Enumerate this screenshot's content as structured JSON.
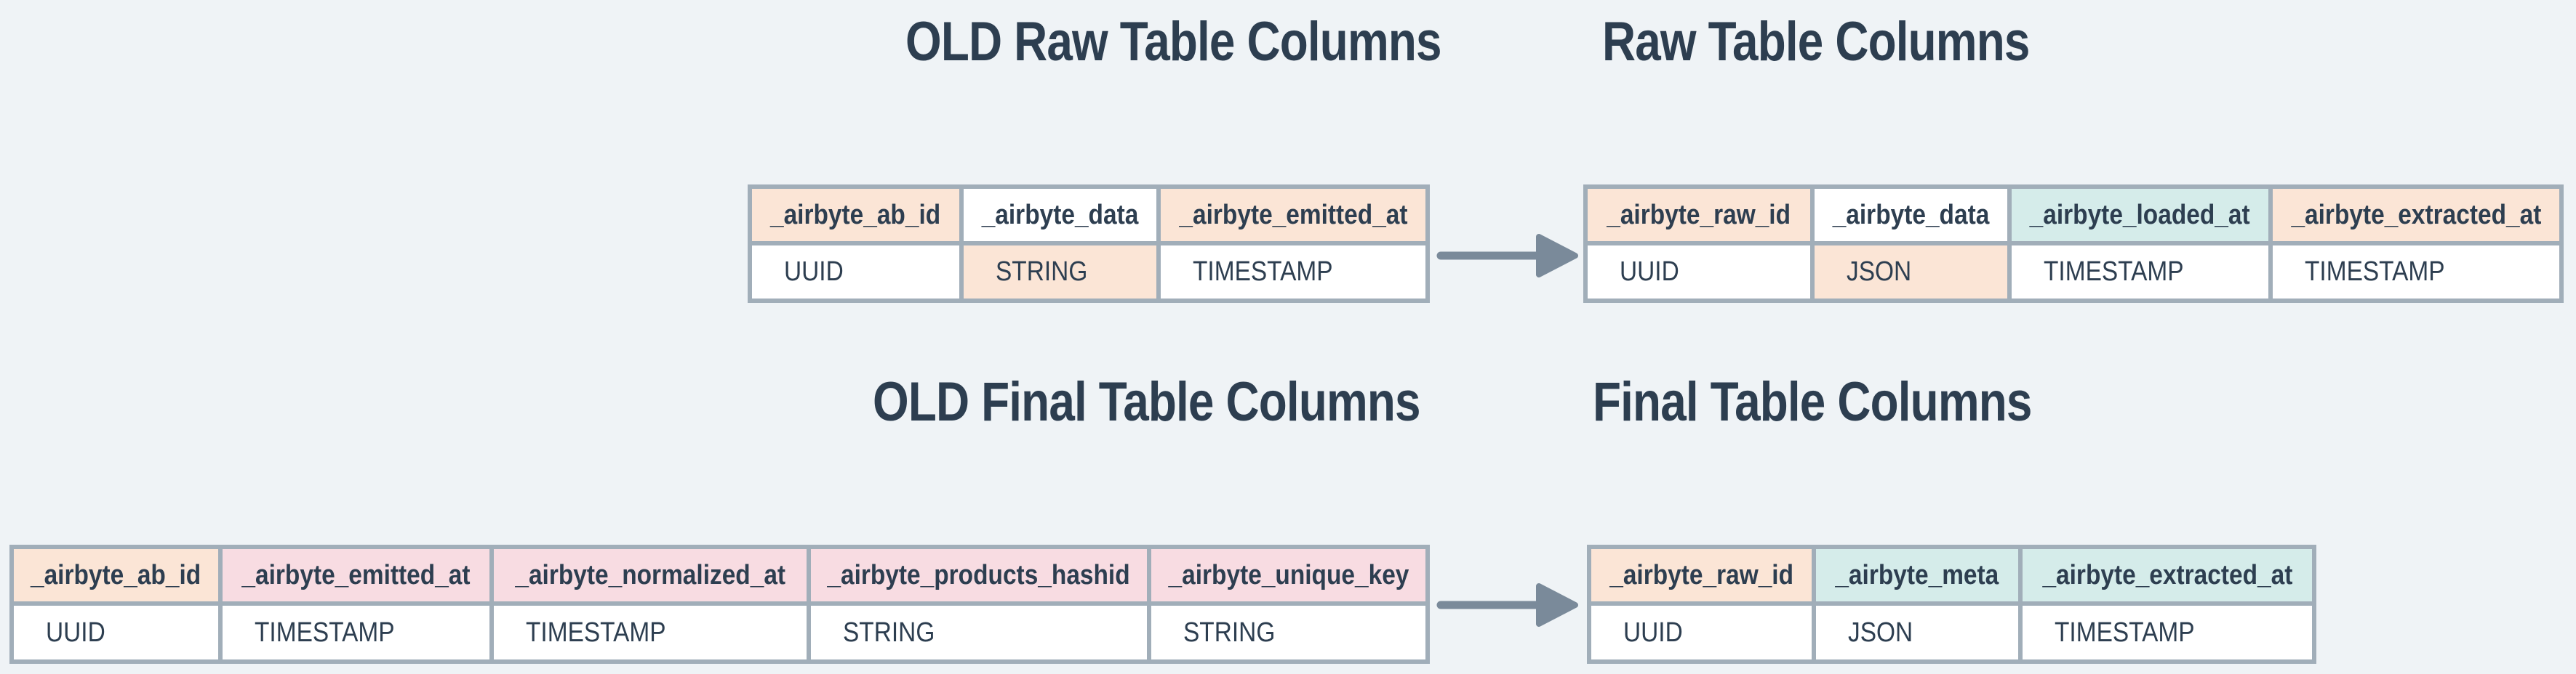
{
  "titles": {
    "old_raw": "OLD Raw Table Columns",
    "new_raw": "Raw Table Columns",
    "old_final": "OLD Final Table Columns",
    "new_final": "Final Table Columns"
  },
  "colors": {
    "bg": "#eff3f6",
    "peach": "#fbe5d6",
    "pink": "#f8dce2",
    "teal": "#d5ecea",
    "white": "#ffffff",
    "border": "#a1aeb9",
    "arrow": "#7a8a9a",
    "text": "#2d3e50"
  },
  "tables": {
    "old_raw": {
      "columns": [
        {
          "header": "_airbyte_ab_id",
          "header_bg": "peach",
          "type": "UUID",
          "type_bg": "white"
        },
        {
          "header": "_airbyte_data",
          "header_bg": "white",
          "type": "STRING",
          "type_bg": "peach"
        },
        {
          "header": "_airbyte_emitted_at",
          "header_bg": "peach",
          "type": "TIMESTAMP",
          "type_bg": "white"
        }
      ]
    },
    "new_raw": {
      "columns": [
        {
          "header": "_airbyte_raw_id",
          "header_bg": "peach",
          "type": "UUID",
          "type_bg": "white"
        },
        {
          "header": "_airbyte_data",
          "header_bg": "white",
          "type": "JSON",
          "type_bg": "peach"
        },
        {
          "header": "_airbyte_loaded_at",
          "header_bg": "teal",
          "type": "TIMESTAMP",
          "type_bg": "white"
        },
        {
          "header": "_airbyte_extracted_at",
          "header_bg": "peach",
          "type": "TIMESTAMP",
          "type_bg": "white"
        }
      ]
    },
    "old_final": {
      "columns": [
        {
          "header": "_airbyte_ab_id",
          "header_bg": "peach",
          "type": "UUID",
          "type_bg": "white"
        },
        {
          "header": "_airbyte_emitted_at",
          "header_bg": "pink",
          "type": "TIMESTAMP",
          "type_bg": "white"
        },
        {
          "header": "_airbyte_normalized_at",
          "header_bg": "pink",
          "type": "TIMESTAMP",
          "type_bg": "white"
        },
        {
          "header": "_airbyte_products_hashid",
          "header_bg": "pink",
          "type": "STRING",
          "type_bg": "white"
        },
        {
          "header": "_airbyte_unique_key",
          "header_bg": "pink",
          "type": "STRING",
          "type_bg": "white"
        }
      ]
    },
    "new_final": {
      "columns": [
        {
          "header": "_airbyte_raw_id",
          "header_bg": "peach",
          "type": "UUID",
          "type_bg": "white"
        },
        {
          "header": "_airbyte_meta",
          "header_bg": "teal",
          "type": "JSON",
          "type_bg": "white"
        },
        {
          "header": "_airbyte_extracted_at",
          "header_bg": "teal",
          "type": "TIMESTAMP",
          "type_bg": "white"
        }
      ]
    }
  }
}
